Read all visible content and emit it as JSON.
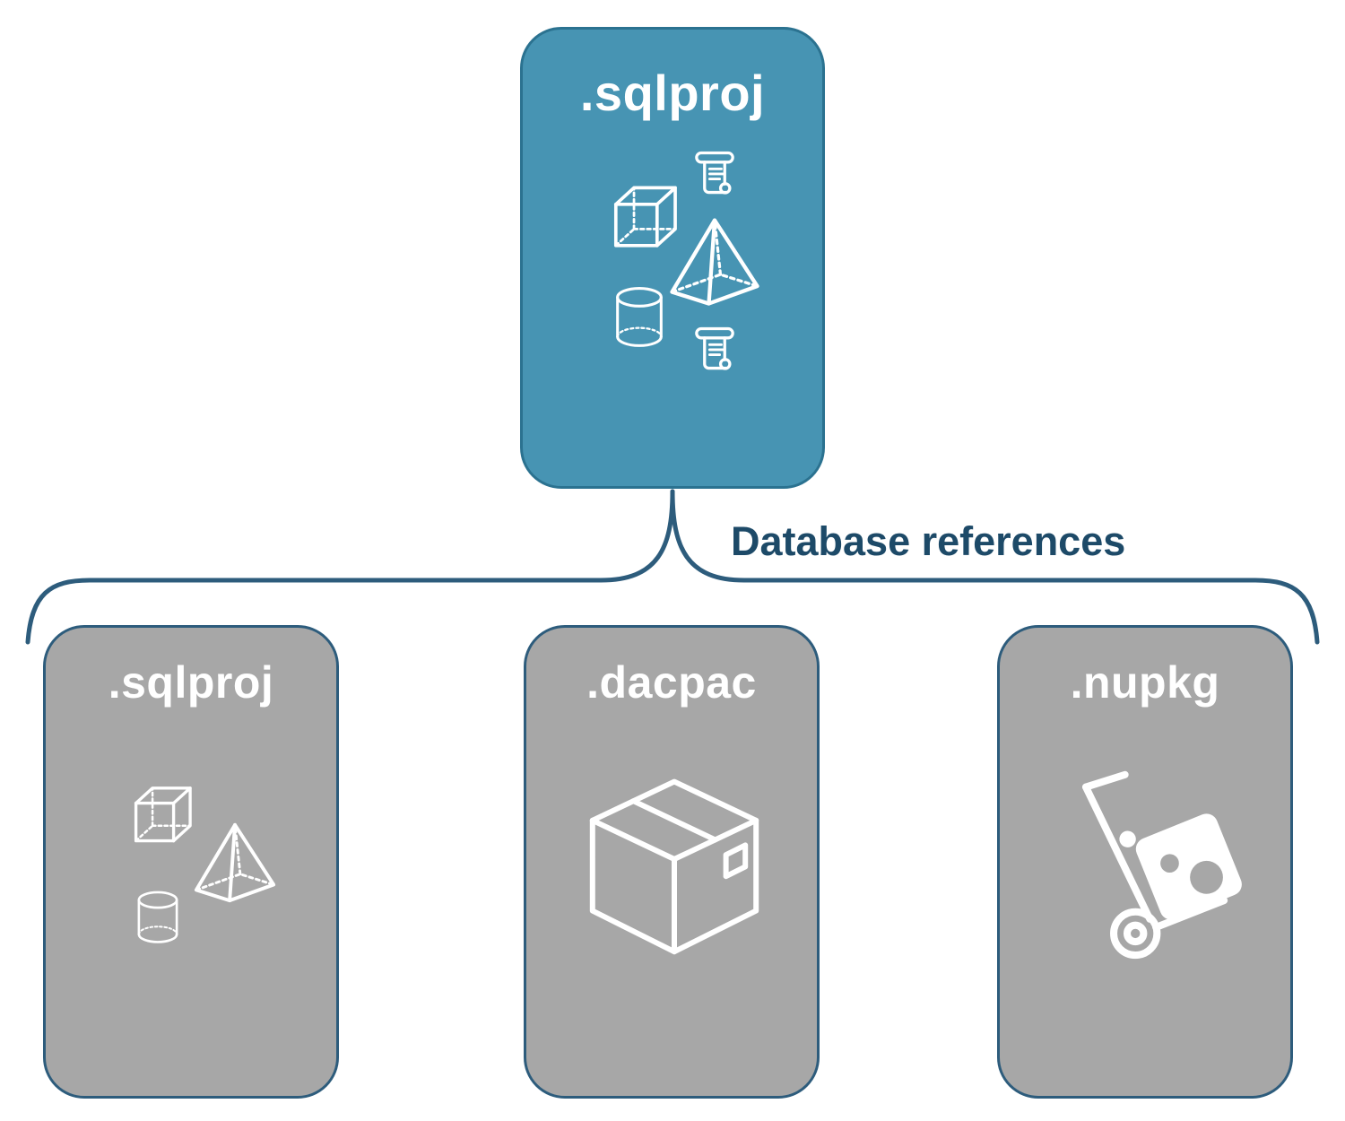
{
  "diagram": {
    "title": "sqlproj database references diagram",
    "connector": {
      "label": "Database references"
    },
    "top_node": {
      "label": ".sqlproj",
      "icons": [
        "cube-icon",
        "scroll-icon",
        "pyramid-icon",
        "cylinder-icon",
        "scroll-icon"
      ]
    },
    "child_nodes": [
      {
        "label": ".sqlproj",
        "icons": [
          "cube-icon",
          "pyramid-icon",
          "cylinder-icon"
        ]
      },
      {
        "label": ".dacpac",
        "icons": [
          "package-box-icon"
        ]
      },
      {
        "label": ".nupkg",
        "icons": [
          "hand-truck-icon"
        ]
      }
    ],
    "colors": {
      "top_node_fill": "#4794b3",
      "top_node_border": "#2b7290",
      "child_node_fill": "#a7a7a7",
      "child_node_border": "#2d5c7c",
      "connector_stroke": "#2d5c7c",
      "label_text": "#1d4a68",
      "icon_stroke": "#ffffff",
      "node_title_text": "#ffffff"
    }
  }
}
